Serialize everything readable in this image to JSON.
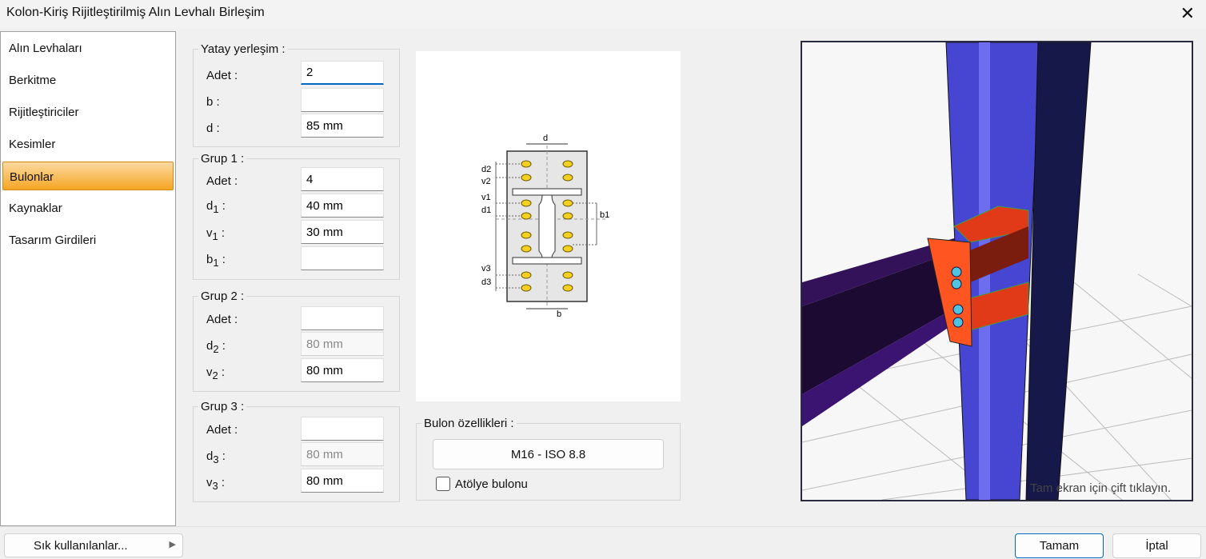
{
  "window": {
    "title": "Kolon-Kiriş Rijitleştirilmiş Alın Levhalı Birleşim",
    "close_icon": "close-icon"
  },
  "sidebar": {
    "items": [
      {
        "label": "Alın Levhaları"
      },
      {
        "label": "Berkitme"
      },
      {
        "label": "Rijitleştiriciler"
      },
      {
        "label": "Kesimler"
      },
      {
        "label": "Bulonlar",
        "selected": true
      },
      {
        "label": "Kaynaklar"
      },
      {
        "label": "Tasarım Girdileri"
      }
    ]
  },
  "yatay": {
    "legend": "Yatay yerleşim :",
    "adet_label": "Adet :",
    "adet": "2",
    "b_label": "b :",
    "b": "",
    "d_label": "d :",
    "d": "85 mm"
  },
  "grup1": {
    "legend": "Grup 1 :",
    "adet_label": "Adet :",
    "adet": "4",
    "d": "d",
    "v": "v",
    "b": "b",
    "sub": "1",
    "colon": ":",
    "d1": "40 mm",
    "v1": "30 mm",
    "b1": ""
  },
  "grup2": {
    "legend": "Grup 2 :",
    "adet_label": "Adet :",
    "adet": "",
    "d": "d",
    "v": "v",
    "sub": "2",
    "colon": ":",
    "d2": "80 mm",
    "v2": "80 mm"
  },
  "grup3": {
    "legend": "Grup 3 :",
    "adet_label": "Adet :",
    "adet": "",
    "d": "d",
    "v": "v",
    "sub": "3",
    "colon": ":",
    "d3": "80 mm",
    "v3": "80 mm"
  },
  "diagram": {
    "labels": {
      "d": "d",
      "b": "b",
      "b1": "b1",
      "d2": "d2",
      "v2": "v2",
      "v1": "v1",
      "d1": "d1",
      "v3": "v3",
      "d3": "d3"
    }
  },
  "bolt": {
    "legend": "Bulon özellikleri :",
    "type": "M16 - ISO 8.8",
    "shop_bolt_label": "Atölye bulonu",
    "shop_bolt_checked": false
  },
  "view3d": {
    "hint": "Tam ekran için çift tıklayın."
  },
  "footer": {
    "favorites": "Sık kullanılanlar...",
    "ok": "Tamam",
    "cancel": "İptal"
  }
}
